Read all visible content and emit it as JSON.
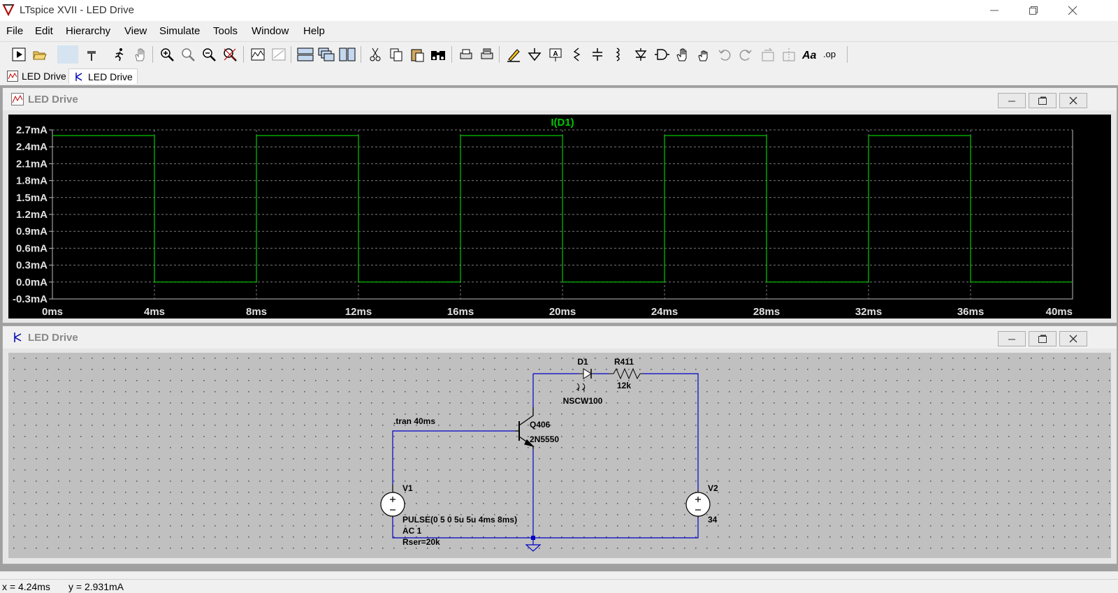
{
  "window": {
    "title": "LTspice XVII - LED Drive"
  },
  "menu": [
    "File",
    "Edit",
    "Hierarchy",
    "View",
    "Simulate",
    "Tools",
    "Window",
    "Help"
  ],
  "tabs": [
    {
      "label": "LED Drive",
      "kind": "waveform"
    },
    {
      "label": "LED Drive",
      "kind": "schematic"
    }
  ],
  "waveform_window": {
    "title": "LED Drive",
    "trace_label": "I(D1)",
    "trace_color": "#00c800",
    "y_ticks": [
      "2.7mA",
      "2.4mA",
      "2.1mA",
      "1.8mA",
      "1.5mA",
      "1.2mA",
      "0.9mA",
      "0.6mA",
      "0.3mA",
      "0.0mA",
      "-0.3mA"
    ],
    "x_ticks": [
      "0ms",
      "4ms",
      "8ms",
      "12ms",
      "16ms",
      "20ms",
      "24ms",
      "28ms",
      "32ms",
      "36ms",
      "40ms"
    ]
  },
  "schematic_window": {
    "title": "LED Drive",
    "directive": ".tran 40ms",
    "d1": {
      "name": "D1",
      "model": "NSCW100"
    },
    "r411": {
      "name": "R411",
      "value": "12k"
    },
    "q406": {
      "name": "Q406",
      "model": "2N5550"
    },
    "v1": {
      "name": "V1",
      "line1": "PULSE(0 5 0 5u 5u 4ms 8ms)",
      "line2": "AC 1",
      "line3": "Rser=20k"
    },
    "v2": {
      "name": "V2",
      "value": "34"
    },
    "wire_color": "#0000c8"
  },
  "status": {
    "x": "x = 4.24ms",
    "y": "y = 2.931mA"
  },
  "chart_data": {
    "type": "line",
    "title": "I(D1)",
    "xlabel": "",
    "ylabel": "",
    "xlim": [
      0,
      40
    ],
    "ylim": [
      -0.3,
      2.7
    ],
    "grid": true,
    "series": [
      {
        "name": "I(D1)",
        "x": [
          0,
          4,
          4,
          8,
          8,
          12,
          12,
          16,
          16,
          20,
          20,
          24,
          24,
          28,
          28,
          32,
          32,
          36,
          36,
          40
        ],
        "y": [
          2.6,
          2.6,
          0,
          0,
          2.6,
          2.6,
          0,
          0,
          2.6,
          2.6,
          0,
          0,
          2.6,
          2.6,
          0,
          0,
          2.6,
          2.6,
          0,
          0
        ]
      }
    ]
  }
}
